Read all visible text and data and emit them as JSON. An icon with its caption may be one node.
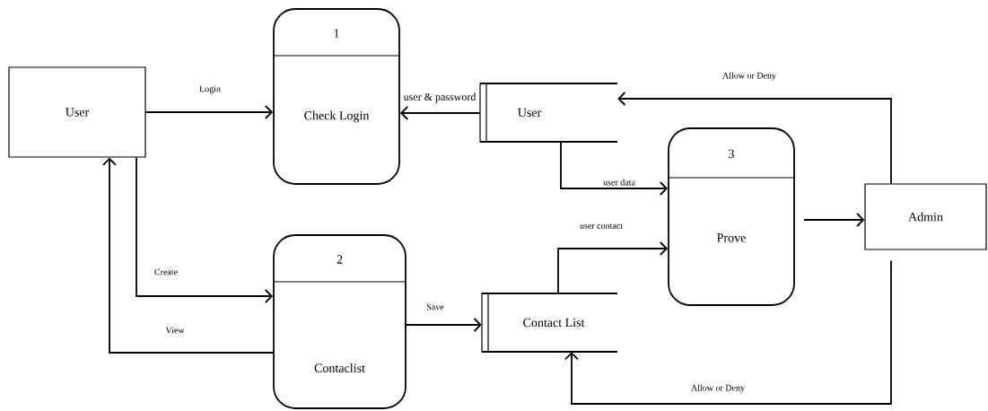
{
  "diagram": {
    "nodes": [
      {
        "text": [
          "User"
        ]
      },
      {
        "text": [
          "1",
          "Check Login"
        ]
      },
      {
        "text": [
          "User"
        ]
      },
      {
        "text": [
          "3",
          "Prove"
        ]
      },
      {
        "text": [
          "Admin"
        ]
      },
      {
        "text": [
          "2",
          "Contaclist"
        ]
      },
      {
        "text": [
          "Contact List"
        ]
      }
    ],
    "edges": [
      {
        "from": 0,
        "to": 1,
        "arrow": "to",
        "label": "Login"
      },
      {
        "from": 2,
        "to": 1,
        "arrow": "to",
        "label": "user & password"
      },
      {
        "from": 4,
        "to": 2,
        "arrow": "to",
        "label": "Allow or Deny"
      },
      {
        "from": 2,
        "to": 3,
        "arrow": "to",
        "label": "user data"
      },
      {
        "from": 6,
        "to": 3,
        "arrow": "to",
        "label": "user contact"
      },
      {
        "from": 3,
        "to": 4,
        "arrow": "to"
      },
      {
        "from": 0,
        "to": 5,
        "arrow": "to",
        "label": "Create"
      },
      {
        "from": 5,
        "to": 0,
        "arrow": "to",
        "label": "View"
      },
      {
        "from": 5,
        "to": 6,
        "arrow": "to",
        "label": "Save"
      },
      {
        "from": 4,
        "to": 6,
        "arrow": "to",
        "label": "Allow or Deny"
      }
    ]
  }
}
